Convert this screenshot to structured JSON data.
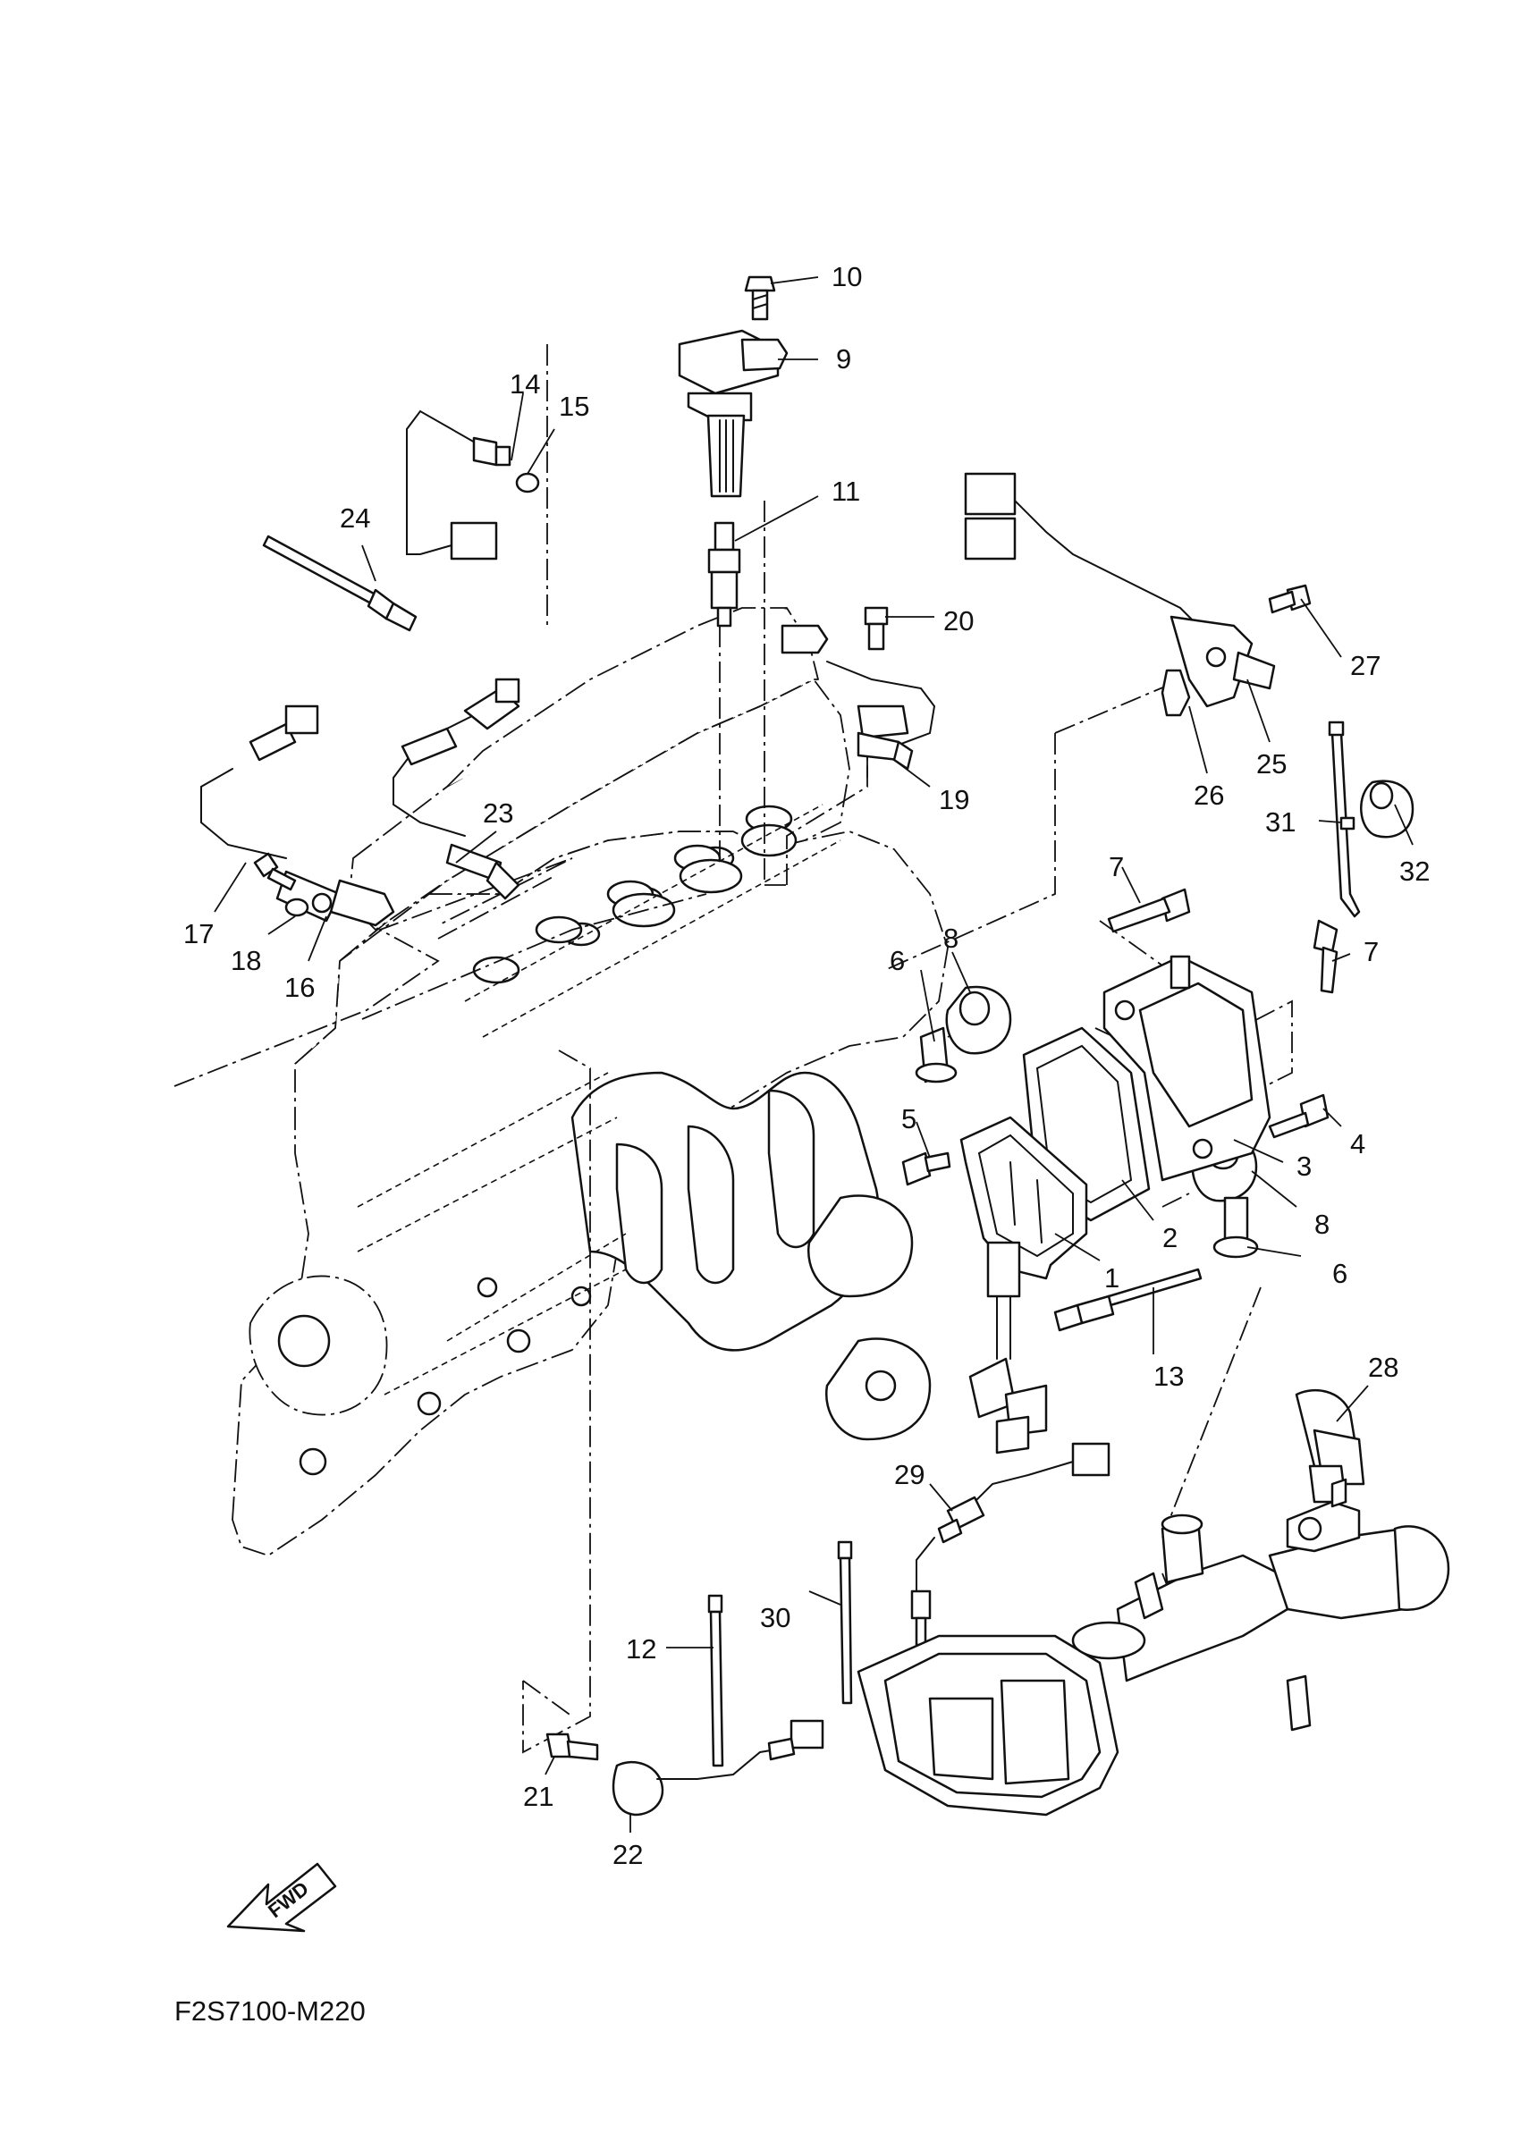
{
  "drawing_code": "F2S7100-M220",
  "fwd_label": "FWD",
  "callouts": [
    "1",
    "2",
    "3",
    "4",
    "5",
    "6",
    "6",
    "7",
    "7",
    "8",
    "8",
    "9",
    "10",
    "11",
    "12",
    "13",
    "14",
    "15",
    "16",
    "17",
    "18",
    "19",
    "20",
    "21",
    "22",
    "23",
    "24",
    "25",
    "26",
    "27",
    "28",
    "29",
    "30",
    "31",
    "32"
  ]
}
